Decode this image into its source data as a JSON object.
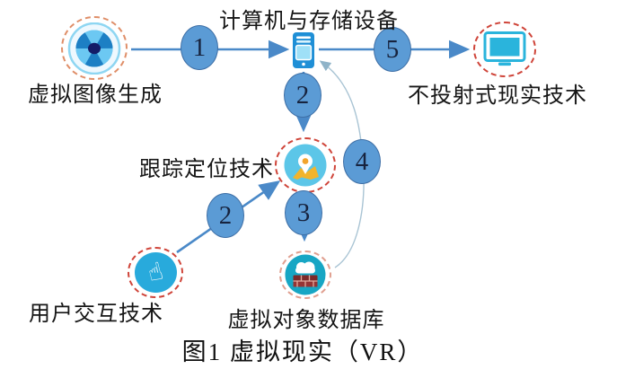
{
  "diagram": {
    "caption": "图1 虚拟现实（VR）"
  },
  "nodes": {
    "image_gen": {
      "label": "虚拟图像生成",
      "icon": "camera-aperture-icon"
    },
    "computer": {
      "label": "计算机与存储设备",
      "icon": "computer-tower-icon"
    },
    "display": {
      "label": "不投射式现实技术",
      "icon": "monitor-icon"
    },
    "tracking": {
      "label": "跟踪定位技术",
      "icon": "map-pin-icon"
    },
    "interaction": {
      "label": "用户交互技术",
      "icon": "hand-pointer-icon"
    },
    "database": {
      "label": "虚拟对象数据库",
      "icon": "cloud-database-icon"
    }
  },
  "edges": {
    "e1": {
      "label": "1",
      "from": "image_gen",
      "to": "computer"
    },
    "e2": {
      "label": "2",
      "from": "computer",
      "to": "tracking"
    },
    "e3": {
      "label": "3",
      "from": "tracking",
      "to": "database"
    },
    "e4": {
      "label": "4",
      "from": "database",
      "to": "computer"
    },
    "e5": {
      "label": "5",
      "from": "computer",
      "to": "display"
    },
    "e2b": {
      "label": "2",
      "from": "interaction",
      "to": "tracking"
    }
  },
  "colors": {
    "background": "#ffffff",
    "badge_fill": "#5b9bd5",
    "badge_border": "#3e6fa6",
    "badge_text": "#17233e",
    "arrow": "#4a89c8",
    "curve": "#a9c4d4",
    "dashed_ring": "#cf4439",
    "label_text": "#161616"
  }
}
